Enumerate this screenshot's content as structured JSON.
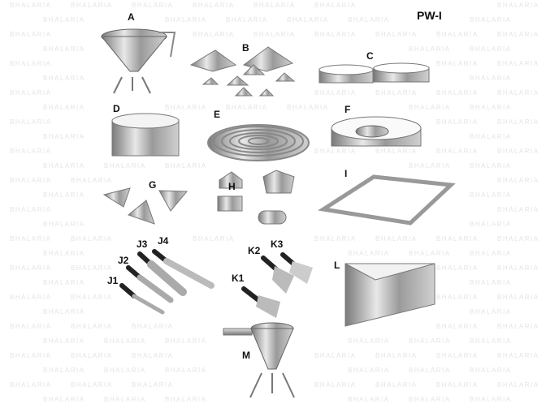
{
  "watermark": "BHALARIA",
  "page_code": "PW-I",
  "labels": {
    "A": "A",
    "B": "B",
    "C": "C",
    "D": "D",
    "E": "E",
    "F": "F",
    "G": "G",
    "H": "H",
    "I": "I",
    "J1": "J1",
    "J2": "J2",
    "J3": "J3",
    "J4": "J4",
    "K1": "K1",
    "K2": "K2",
    "K3": "K3",
    "L": "L",
    "M": "M"
  }
}
